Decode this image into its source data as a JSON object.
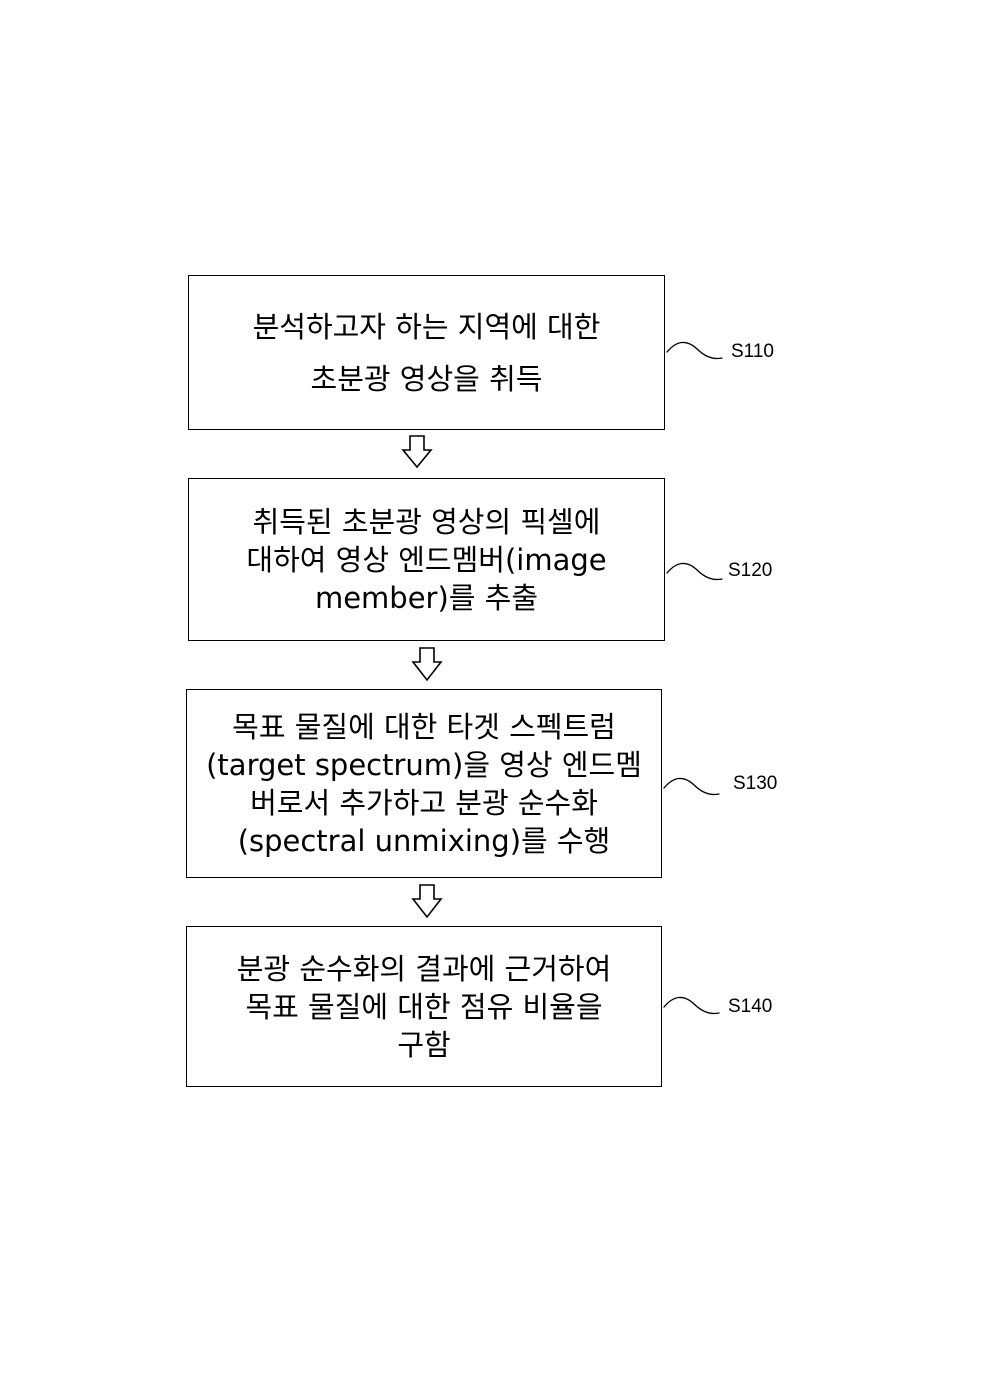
{
  "steps": [
    {
      "label": "S110",
      "lines": [
        "분석하고자 하는 지역에 대한",
        "초분광 영상을 취득"
      ]
    },
    {
      "label": "S120",
      "lines": [
        "취득된 초분광 영상의 픽셀에",
        "대하여 영상 엔드멤버(image",
        "member)를 추출"
      ]
    },
    {
      "label": "S130",
      "lines": [
        "목표 물질에 대한 타겟 스펙트럼",
        "(target spectrum)을 영상 엔드멤",
        "버로서 추가하고 분광 순수화",
        "(spectral unmixing)를 수행"
      ]
    },
    {
      "label": "S140",
      "lines": [
        "분광 순수화의 결과에 근거하여",
        "목표 물질에 대한 점유 비율을",
        "구함"
      ]
    }
  ]
}
